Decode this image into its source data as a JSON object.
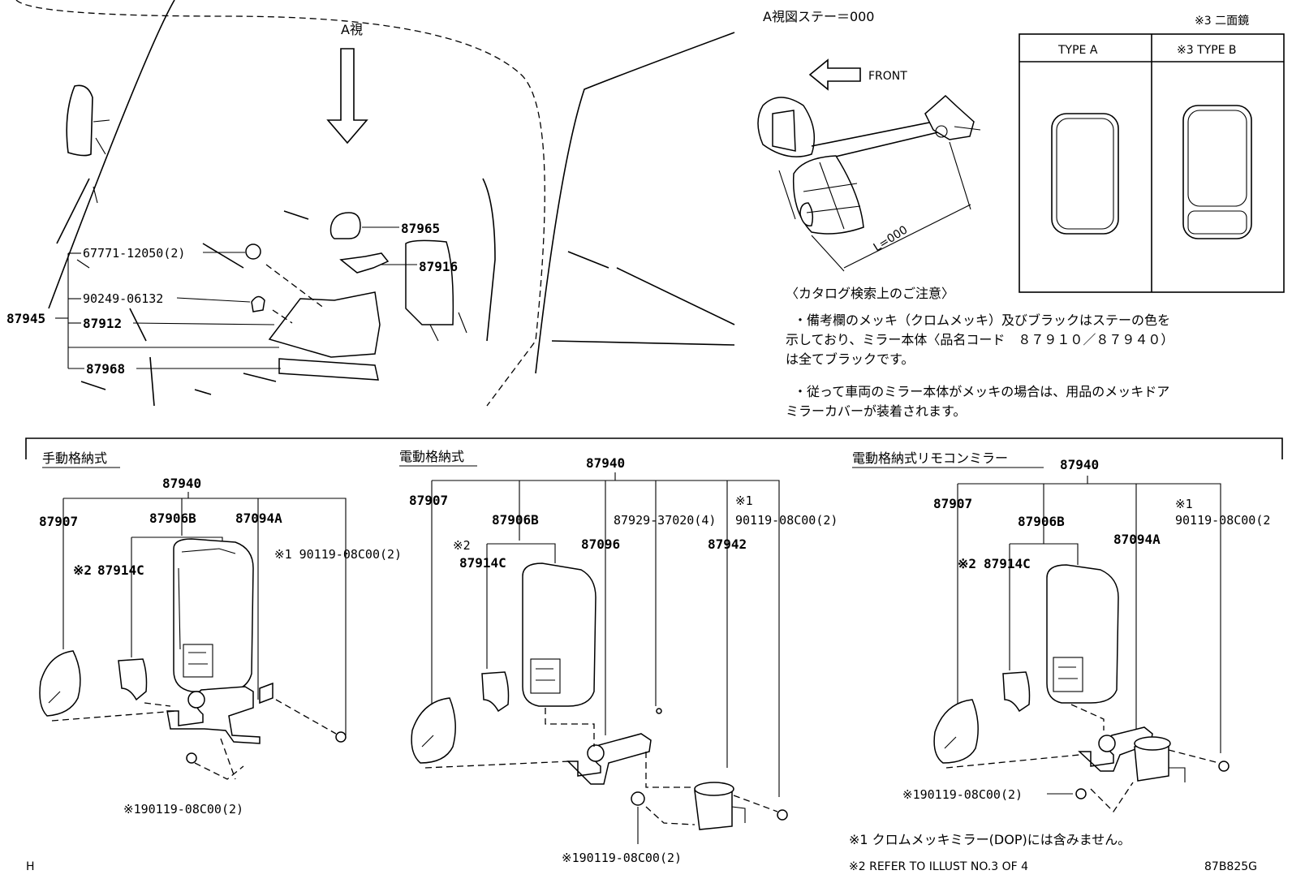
{
  "top_left": {
    "view_label": "A視",
    "callouts": {
      "p87965": "87965",
      "p87916": "87916",
      "p67771": "67771-12050(2)",
      "p90249": "90249-06132",
      "p87945": "87945",
      "p87912": "87912",
      "p87968": "87968"
    }
  },
  "top_right": {
    "view_title": "A視図ステー＝000",
    "front_label": "FRONT",
    "length_label": "L=000",
    "note_heading": "〈カタログ検索上のご注意〉",
    "note_lines": [
      "・備考欄のメッキ（クロムメッキ）及びブラックはステーの色を",
      "示しており、ミラー本体〈品名コード　８７９１０／８７９４０）",
      "は全てブラックです。",
      "・従って車両のミラー本体がメッキの場合は、用品のメッキドア",
      "ミラーカバーが装着されます。"
    ],
    "type_box": {
      "header": "※3 二面鏡",
      "col_a": "TYPE A",
      "col_b": "※3  TYPE B"
    }
  },
  "section_manual": {
    "title": "手動格納式",
    "parts": {
      "assy": "87940",
      "p87907": "87907",
      "p87906B": "87906B",
      "p87094A": "87094A",
      "p87914C": "87914C",
      "p87914C_mark": "※2",
      "p90119_top": "※1 90119-08C00(2)",
      "p90119_bottom": "※190119-08C00(2)"
    }
  },
  "section_electric": {
    "title": "電動格納式",
    "parts": {
      "assy": "87940",
      "p87907": "87907",
      "p87906B": "87906B",
      "p87929": "87929-37020(4)",
      "p90119_top_mark": "※1",
      "p90119_top": "90119-08C00(2)",
      "p87914C_mark": "※2",
      "p87914C": "87914C",
      "p87096": "87096",
      "p87942": "87942",
      "p90119_bottom": "※190119-08C00(2)"
    }
  },
  "section_remote": {
    "title": "電動格納式リモコンミラー",
    "parts": {
      "assy": "87940",
      "p87907": "87907",
      "p87906B": "87906B",
      "p90119_top_mark": "※1",
      "p90119_top": "90119-08C00(2",
      "p87094A": "87094A",
      "p87914C_mark": "※2",
      "p87914C": "87914C",
      "p90119_bottom": "※190119-08C00(2)"
    }
  },
  "footnotes": {
    "note1": "※1 クロムメッキミラー(DOP)には含みません。",
    "note2": "※2   REFER TO ILLUST NO.3 OF 4",
    "drawing_code": "87B825G",
    "corner_mark": "H"
  }
}
